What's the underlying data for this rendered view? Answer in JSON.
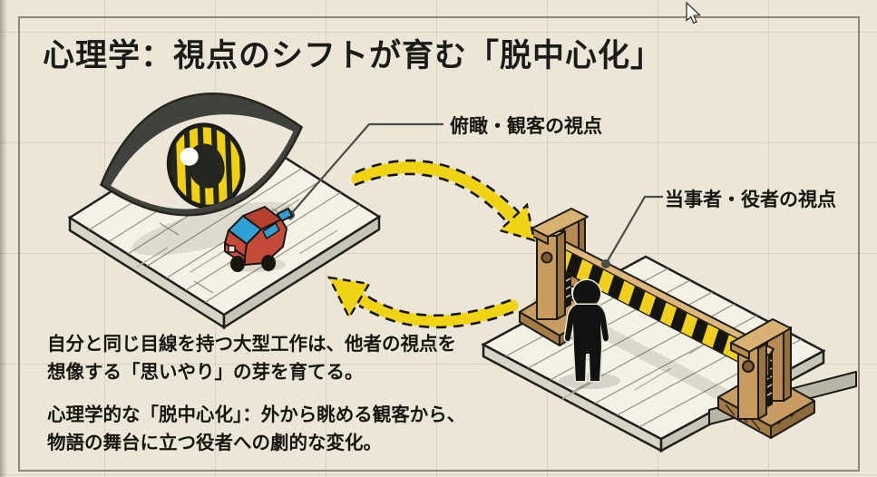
{
  "title": "心理学：視点のシフトが育む「脱中心化」",
  "labels": {
    "overhead": "俯瞰・観客の視点",
    "actor": "当事者・役者の視点"
  },
  "paragraphs": {
    "empathy": "自分と同じ目線を持つ大型工作は、他者の視点を\n想像する「思いやり」の芽を育てる。",
    "decentering": "心理学的な「脱中心化」：外から眺める観客から、\n物語の舞台に立つ役者への劇的な変化。"
  },
  "colors": {
    "background": "#ebe6d7",
    "accent_yellow": "#f2cf1d",
    "ink": "#1b1b18",
    "wood": "#c79a5e",
    "platform_top": "#f4f1e6",
    "frame_border": "#8e8775"
  },
  "icons": {
    "eye": "eye-icon",
    "toy_car": "toy-car-icon",
    "crossing_gate": "crossing-gate-icon",
    "child": "child-silhouette-icon",
    "arrow_to_actor": "curved-arrow-right-icon",
    "arrow_to_observer": "curved-arrow-left-icon",
    "cursor": "mouse-cursor-icon"
  }
}
